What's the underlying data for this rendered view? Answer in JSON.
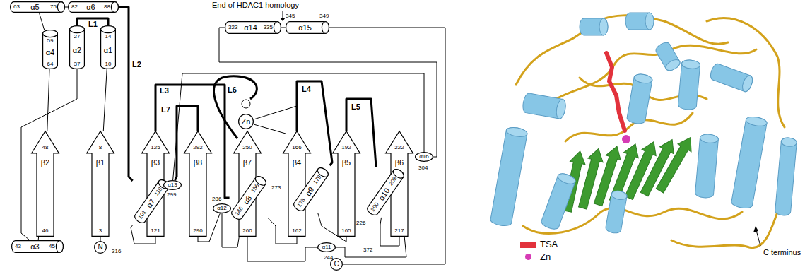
{
  "diagram": {
    "nodes": [
      {
        "text": [
          "63",
          "α5",
          "75"
        ]
      },
      {
        "text": [
          "82",
          "α6",
          "88"
        ]
      },
      {
        "text": [
          "323",
          "α14",
          "335"
        ]
      },
      {
        "text": [
          "α15"
        ]
      },
      {
        "text": [
          "59",
          "α4",
          "64"
        ]
      },
      {
        "text": [
          "27",
          "α2",
          "37"
        ]
      },
      {
        "text": [
          "14",
          "α1",
          "10"
        ]
      },
      {
        "text": [
          "Zn"
        ]
      },
      {
        "text": [
          "48",
          "β2",
          "46"
        ]
      },
      {
        "text": [
          "8",
          "β1",
          "3"
        ]
      },
      {
        "text": [
          "125",
          "β3",
          "121"
        ]
      },
      {
        "text": [
          "292",
          "β8",
          "290"
        ]
      },
      {
        "text": [
          "250",
          "β7",
          "260"
        ]
      },
      {
        "text": [
          "166",
          "β4",
          "162"
        ]
      },
      {
        "text": [
          "192",
          "β5",
          "165"
        ]
      },
      {
        "text": [
          "222",
          "β6",
          "217"
        ]
      },
      {
        "text": [
          "101",
          "α7",
          "118"
        ]
      },
      {
        "text": [
          "α13"
        ]
      },
      {
        "text": [
          "α12"
        ]
      },
      {
        "text": [
          "146",
          "α8",
          "156"
        ]
      },
      {
        "text": [
          "173",
          "α9",
          "179"
        ]
      },
      {
        "text": [
          "α11"
        ]
      },
      {
        "text": [
          "200",
          "α10",
          "203"
        ]
      },
      {
        "text": [
          "α16"
        ]
      },
      {
        "text": [
          "43",
          "α3",
          "45"
        ]
      },
      {
        "text": [
          "N"
        ]
      },
      {
        "text": [
          "C"
        ]
      }
    ],
    "edges": [
      {
        "from": 25,
        "to": 9,
        "arrow": "none"
      },
      {
        "from": 9,
        "to": 6,
        "arrow": "none"
      },
      {
        "from": 6,
        "to": 5,
        "arrow": "none"
      },
      {
        "from": 5,
        "to": 24,
        "arrow": "none"
      },
      {
        "from": 24,
        "to": 8,
        "arrow": "none"
      },
      {
        "from": 8,
        "to": 4,
        "arrow": "none"
      },
      {
        "from": 4,
        "to": 0,
        "arrow": "none"
      },
      {
        "from": 0,
        "to": 1,
        "arrow": "none"
      },
      {
        "from": 1,
        "to": 16,
        "arrow": "none"
      },
      {
        "from": 16,
        "to": 10,
        "arrow": "none"
      },
      {
        "from": 10,
        "to": 19,
        "arrow": "none"
      },
      {
        "from": 19,
        "to": 13,
        "arrow": "none"
      },
      {
        "from": 13,
        "to": 20,
        "arrow": "none"
      },
      {
        "from": 20,
        "to": 14,
        "arrow": "none"
      },
      {
        "from": 14,
        "to": 22,
        "arrow": "none"
      },
      {
        "from": 22,
        "to": 15,
        "arrow": "none"
      },
      {
        "from": 15,
        "to": 21,
        "arrow": "none"
      },
      {
        "from": 21,
        "to": 12,
        "arrow": "none"
      },
      {
        "from": 12,
        "to": 18,
        "arrow": "none"
      },
      {
        "from": 18,
        "to": 11,
        "arrow": "none"
      },
      {
        "from": 11,
        "to": 17,
        "arrow": "none"
      },
      {
        "from": 17,
        "to": 23,
        "arrow": "none"
      },
      {
        "from": 23,
        "to": 2,
        "arrow": "none"
      },
      {
        "from": 2,
        "to": 3,
        "arrow": "none"
      },
      {
        "from": 3,
        "to": 26,
        "arrow": "none"
      }
    ],
    "labels": [
      "End of HDAC1 homology",
      "345",
      "349",
      "L1",
      "L2",
      "L3",
      "L6",
      "L4",
      "L7",
      "L5",
      "299",
      "286",
      "273",
      "244",
      "226",
      "316",
      "372",
      "304",
      "C terminus"
    ],
    "legend": [
      {
        "text": "TSA",
        "color": "#e2323c"
      },
      {
        "text": "Zn",
        "color": "#d63bb5"
      }
    ]
  }
}
